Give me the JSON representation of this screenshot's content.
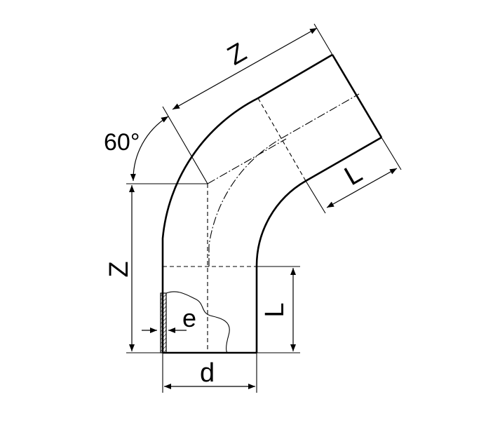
{
  "labels": {
    "angle": "60°",
    "z_top": "Z",
    "z_left": "Z",
    "l_top": "L",
    "l_right": "L",
    "e": "e",
    "d": "d"
  },
  "colors": {
    "line": "#000000",
    "background": "#ffffff"
  }
}
